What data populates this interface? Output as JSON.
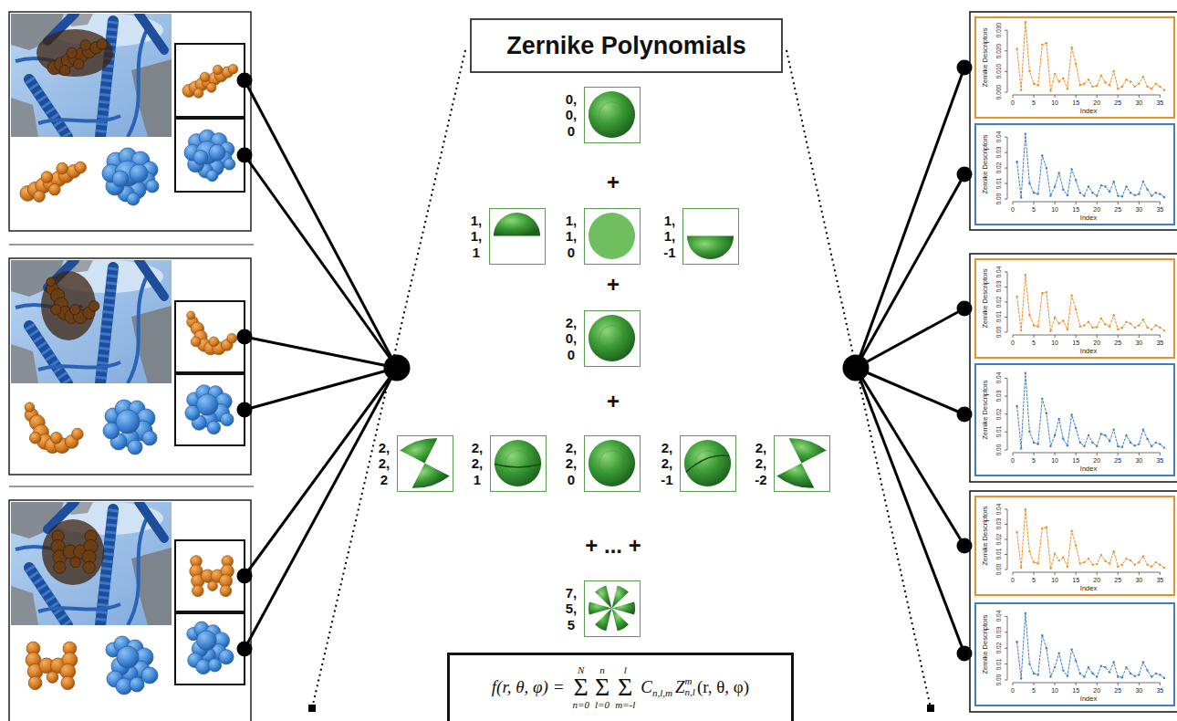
{
  "diagram": {
    "title": "Zernike Polynomials",
    "nodes": [
      {
        "text": [
          "0, 0, 0"
        ]
      },
      {
        "text": [
          "1, 1, 1"
        ]
      },
      {
        "text": [
          "1, 1, 0"
        ]
      },
      {
        "text": [
          "1, 1, -1"
        ]
      },
      {
        "text": [
          "2, 0, 0"
        ]
      },
      {
        "text": [
          "2, 2, 2"
        ]
      },
      {
        "text": [
          "2, 2, 1"
        ]
      },
      {
        "text": [
          "2, 2, 0"
        ]
      },
      {
        "text": [
          "2, 2, -1"
        ]
      },
      {
        "text": [
          "2, 2, -2"
        ]
      },
      {
        "text": [
          "7, 5, 5"
        ]
      },
      {
        "text": [
          "f(r, θ, φ) =",
          "N",
          "Σ",
          "n=0",
          "n",
          "Σ",
          "l=0",
          "l",
          "Σ",
          "m=-l",
          "C",
          "n,l,m",
          "Z",
          "m",
          "n,l",
          "(r, θ, φ)"
        ]
      },
      {
        "text": [
          "0.000",
          "0.010",
          "0.020",
          "0.030",
          "Zernike Descriptors",
          "0",
          "5",
          "10",
          "15",
          "20",
          "25",
          "30",
          "35",
          "Index"
        ]
      },
      {
        "text": [
          "0.00",
          "0.01",
          "0.02",
          "0.03",
          "0.04",
          "Zernike Descriptors",
          "0",
          "5",
          "10",
          "15",
          "20",
          "25",
          "30",
          "35",
          "Index"
        ]
      },
      {
        "text": [
          "0.00",
          "0.01",
          "0.02",
          "0.03",
          "0.04",
          "Zernike Descriptors",
          "0",
          "5",
          "10",
          "15",
          "20",
          "25",
          "30",
          "35",
          "Index"
        ]
      },
      {
        "text": [
          "0.00",
          "0.01",
          "0.02",
          "0.03",
          "0.04",
          "Zernike Descriptors",
          "0",
          "5",
          "10",
          "15",
          "20",
          "25",
          "30",
          "35",
          "Index"
        ]
      },
      {
        "text": [
          "0.00",
          "0.01",
          "0.02",
          "0.03",
          "0.04",
          "Zernike Descriptors",
          "0",
          "5",
          "10",
          "15",
          "20",
          "25",
          "30",
          "35",
          "Index"
        ]
      },
      {
        "text": [
          "0.00",
          "0.01",
          "0.02",
          "0.03",
          "0.04",
          "Zernike Descriptors",
          "0",
          "5",
          "10",
          "15",
          "20",
          "25",
          "30",
          "35",
          "Index"
        ]
      }
    ],
    "labels": [
      "+",
      "+",
      "+",
      "+ ... +"
    ]
  }
}
